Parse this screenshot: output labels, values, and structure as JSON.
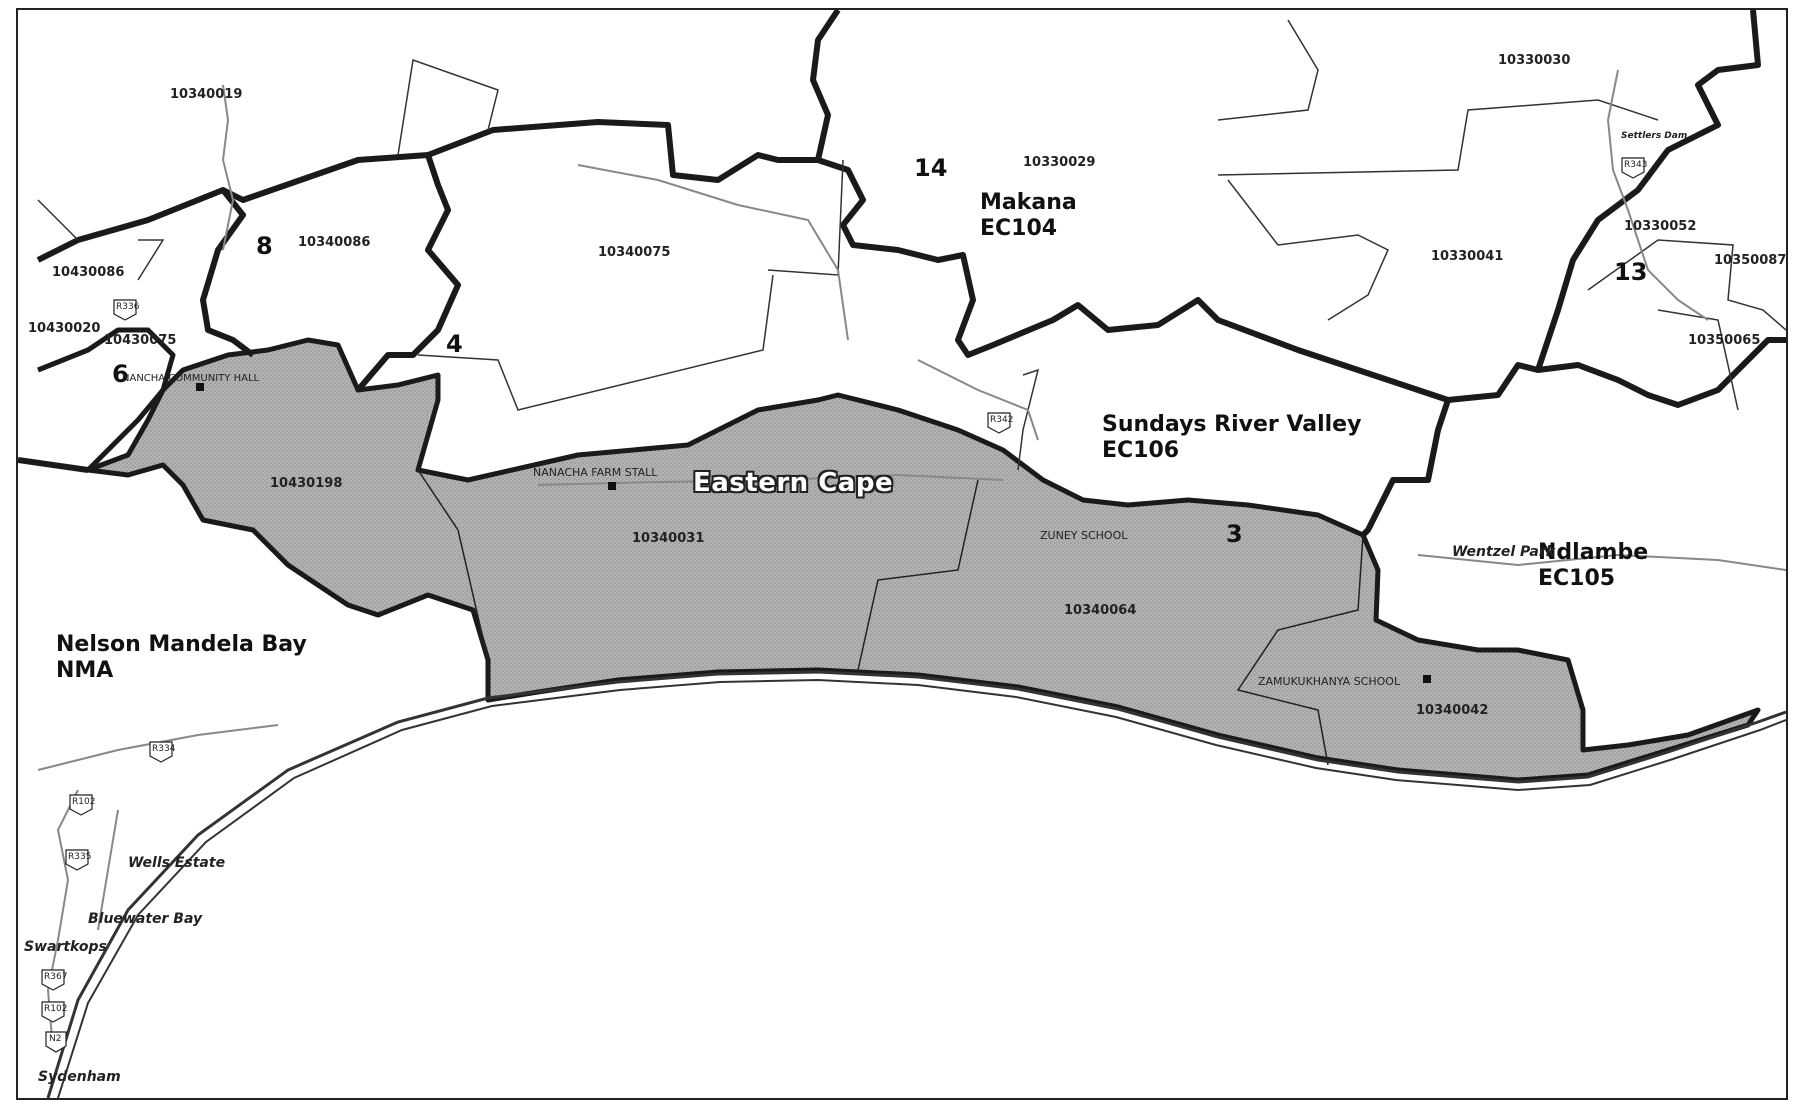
{
  "map": {
    "province_label": "Eastern Cape",
    "municipalities": [
      {
        "id": "nmb",
        "name": "Nelson Mandela Bay",
        "code": "NMA"
      },
      {
        "id": "makana",
        "name": "Makana",
        "code": "EC104"
      },
      {
        "id": "srv",
        "name": "Sundays River Valley",
        "code": "EC106"
      },
      {
        "id": "ndlambe",
        "name": "Ndlambe",
        "code": "EC105"
      }
    ],
    "wards": [
      "14",
      "8",
      "4",
      "6",
      "3",
      "13"
    ],
    "area_codes": [
      "10340019",
      "10330029",
      "10330030",
      "10430086",
      "10340086",
      "10340075",
      "10430020",
      "10430075",
      "10330041",
      "10330052",
      "10350087",
      "10350065",
      "10430198",
      "10340031",
      "10340064",
      "10340042"
    ],
    "places": [
      "Settlers Dam",
      "Wentzel Park",
      "Wells Estate",
      "Bluewater Bay",
      "Swartkops",
      "Sydenham"
    ],
    "facilities": [
      "NANACHA FARM STALL",
      "ZUNEY SCHOOL",
      "ZAMUKUKHANYA SCHOOL",
      "NANCHA COMMUNITY HALL"
    ],
    "roads": [
      "R336",
      "R342",
      "R343",
      "R334",
      "R102",
      "R335",
      "R367",
      "R102",
      "N2"
    ],
    "colors": {
      "shaded_region": "#a9a9a9",
      "boundary": "#1a1a1a",
      "background": "#ffffff",
      "sea": "#ffffff"
    }
  }
}
